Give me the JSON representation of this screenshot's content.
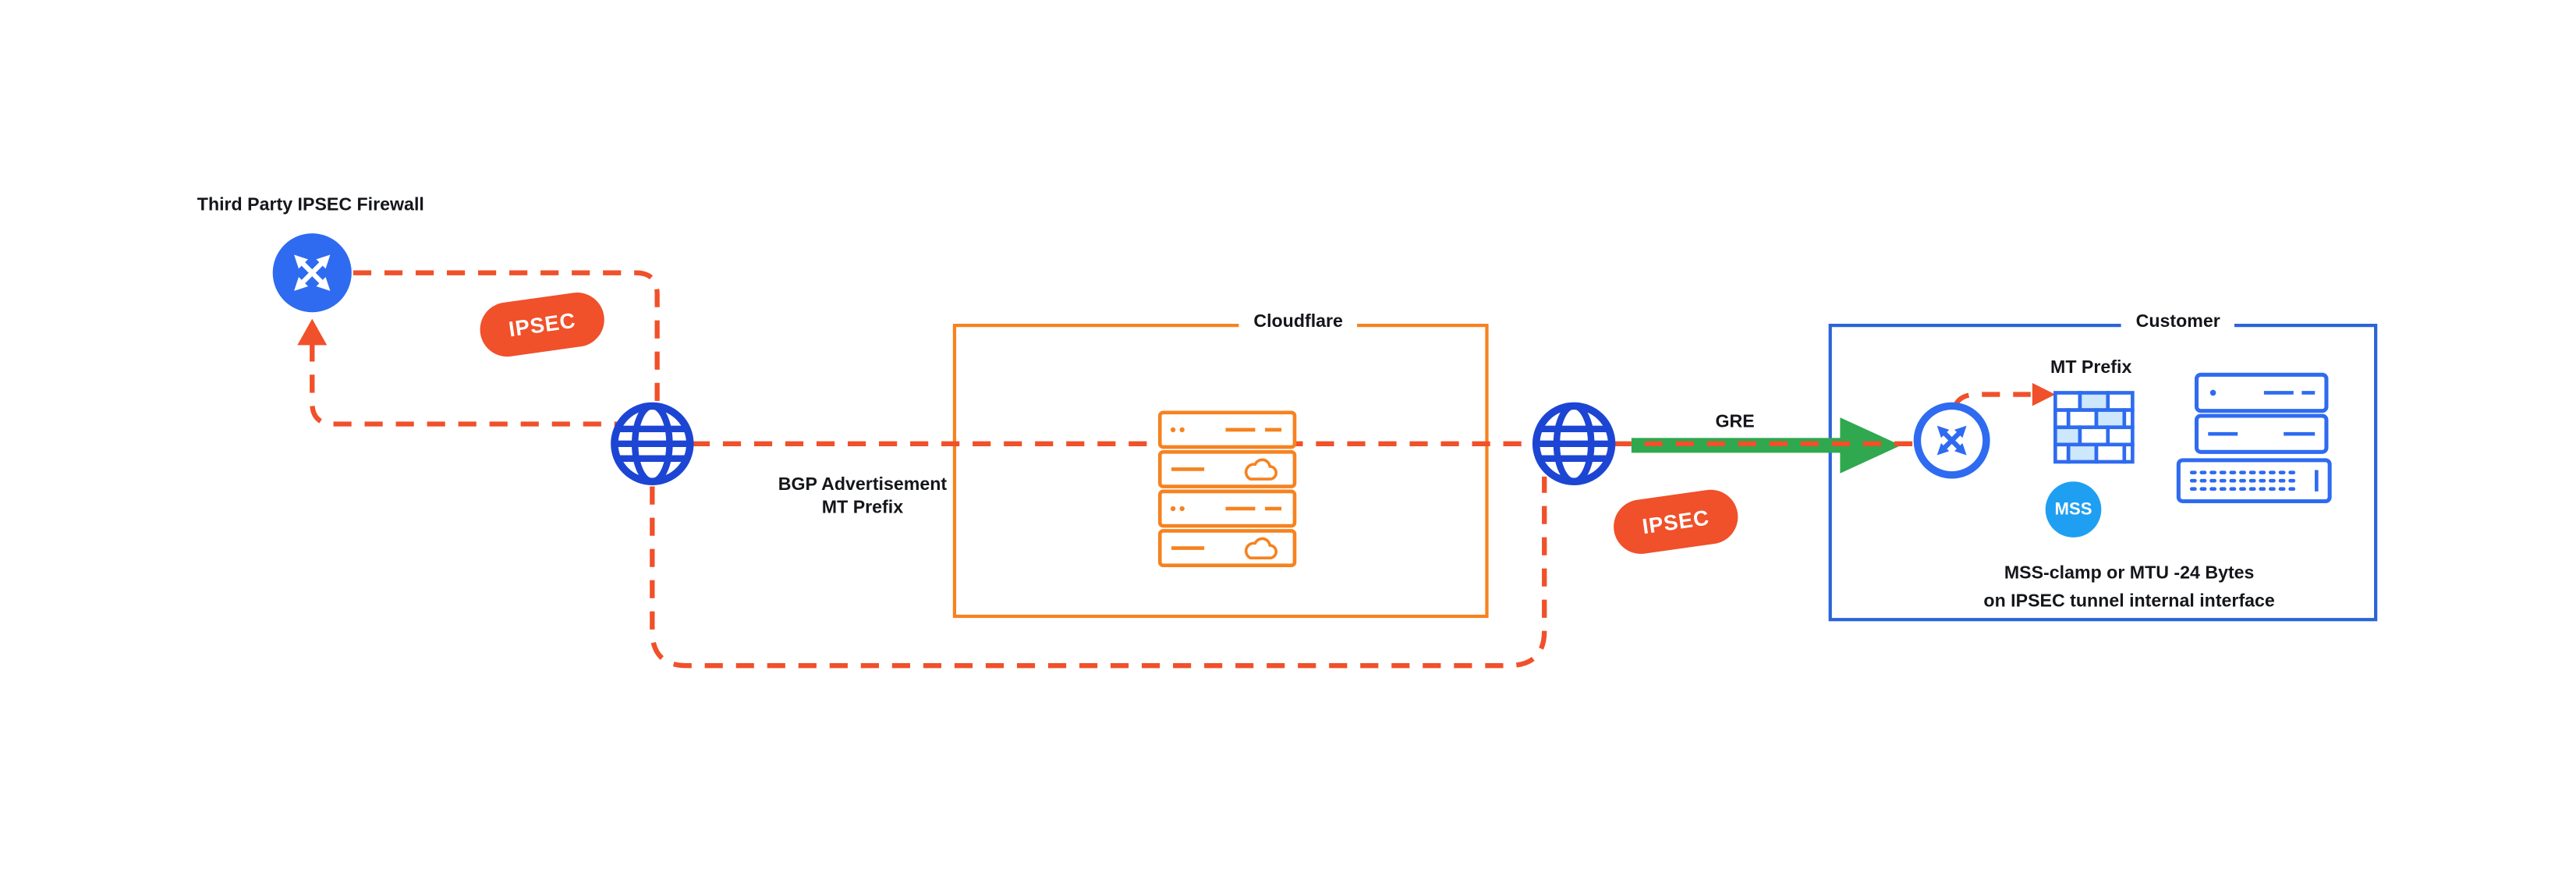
{
  "colors": {
    "tunnel_red": "#F0502A",
    "cloudflare_orange": "#F6821F",
    "customer_blue": "#2B64D9",
    "router_blue": "#2E6BF0",
    "globe_blue": "#1C45D3",
    "gre_green": "#2FA84F",
    "mss_blue": "#1F9FF2",
    "text_dark": "#14161A"
  },
  "nodes": {
    "third_party_firewall": {
      "label": "Third Party IPSEC Firewall",
      "icon": "router-crossed-arrows-icon"
    },
    "internet_left": {
      "icon": "globe-icon"
    },
    "internet_right": {
      "icon": "globe-icon"
    },
    "cloudflare": {
      "label": "Cloudflare",
      "icon": "server-rack-icon"
    },
    "customer": {
      "label": "Customer",
      "mt_prefix_label": "MT Prefix",
      "mss_badge": "MSS",
      "note_line1": "MSS-clamp or MTU -24 Bytes",
      "note_line2": "on IPSEC tunnel internal interface",
      "icons": [
        "router-crossed-arrows-icon",
        "firewall-brick-icon",
        "server-rack-icon"
      ]
    }
  },
  "edges": {
    "ipsec_badge_left": "IPSEC",
    "ipsec_badge_right": "IPSEC",
    "gre_label": "GRE",
    "bgp_line1": "BGP Advertisement",
    "bgp_line2": "MT Prefix"
  }
}
